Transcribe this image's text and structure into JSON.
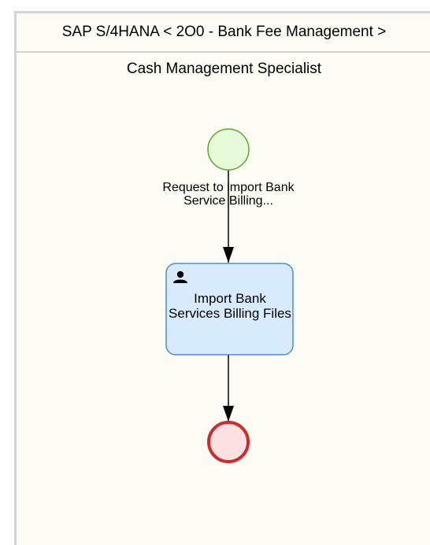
{
  "pool": {
    "title": "SAP S/4HANA < 2O0 - Bank Fee Management >"
  },
  "lane": {
    "title": "Cash Management Specialist"
  },
  "start_event": {
    "label": "Request to import Bank Service Billing..."
  },
  "task": {
    "label": "Import Bank Services Billing Files",
    "icon": "user-icon"
  },
  "end_event": {
    "label": ""
  },
  "colors": {
    "pool_background": "#fcfcf4",
    "border": "#d4d4d4",
    "start_fill": "#e6f9d9",
    "start_stroke": "#5faa2a",
    "task_fill": "#d8ebfc",
    "task_stroke": "#4a8fcc",
    "end_fill": "#fde0e0",
    "end_stroke": "#d22a2a"
  }
}
